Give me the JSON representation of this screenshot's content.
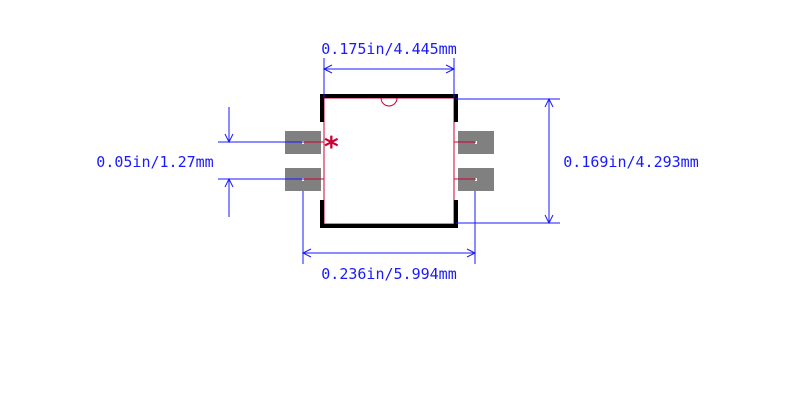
{
  "dimensions": {
    "top_width": "0.175in/4.445mm",
    "pitch": "0.05in/1.27mm",
    "height": "0.169in/4.293mm",
    "overall_width": "0.236in/5.994mm"
  },
  "pin1_marker": "*",
  "colors": {
    "dimension": "#1a1aff",
    "outline": "#000000",
    "body": "#cc0033",
    "pad": "#808080",
    "background": "#ffffff"
  }
}
